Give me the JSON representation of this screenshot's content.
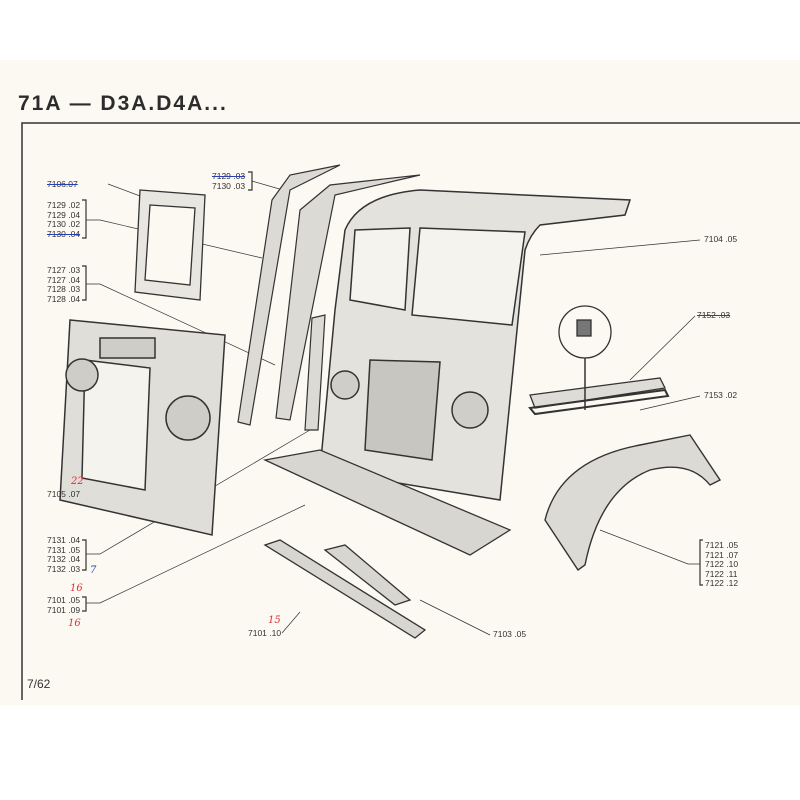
{
  "title": "71A — D3A.D4A...",
  "page_number": "7/62",
  "labels": {
    "l7106": "7106.07",
    "g7129": [
      "7129 .02",
      "7129 .04",
      "7130 .02",
      "7130 .04"
    ],
    "g7129_top": [
      "7129 .03",
      "7130 .03"
    ],
    "g7127": [
      "7127 .03",
      "7127 .04",
      "7128 .03",
      "7128 .04"
    ],
    "l7104": "7104 .05",
    "l7152": "7152 .03",
    "l7153": "7153 .02",
    "l7105": "7105 .07",
    "g7131": [
      "7131 .04",
      "7131 .05",
      "7132 .04",
      "7132 .03"
    ],
    "g7101": [
      "7101 .05",
      "7101 .09"
    ],
    "l7101b": "7101 .10",
    "g7121": [
      "7121 .05",
      "7121 .07",
      "7122 .10",
      "7122 .11",
      "7122 .12"
    ],
    "l7103": "7103 .05"
  },
  "handwritten": {
    "n22": "22",
    "n16a": "16",
    "n16b": "16",
    "n15": "15",
    "n7": "7"
  },
  "colors": {
    "ink": "#333333",
    "paper": "#fbf9f1",
    "red_pen": "#e0303a",
    "blue_pen": "#2a3fb0"
  }
}
